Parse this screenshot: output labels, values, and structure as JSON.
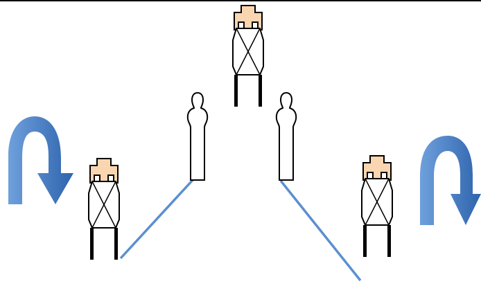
{
  "colors": {
    "head_fill": "#fad6b0",
    "outline": "#000000",
    "body_fill": "#ffffff",
    "line": "#5b8fd0",
    "arrow_light": "#6fa0dc",
    "arrow_dark": "#2e64ad",
    "top_border": "#000000"
  },
  "figures": [
    {
      "id": "center-robot",
      "type": "robot-top-view"
    },
    {
      "id": "left-robot",
      "type": "robot-top-view"
    },
    {
      "id": "right-robot",
      "type": "robot-top-view"
    },
    {
      "id": "left-person",
      "type": "person-silhouette"
    },
    {
      "id": "right-person",
      "type": "person-silhouette"
    }
  ],
  "arrows": [
    {
      "id": "left-rotation",
      "direction": "counter-clockwise"
    },
    {
      "id": "right-rotation",
      "direction": "clockwise"
    }
  ]
}
